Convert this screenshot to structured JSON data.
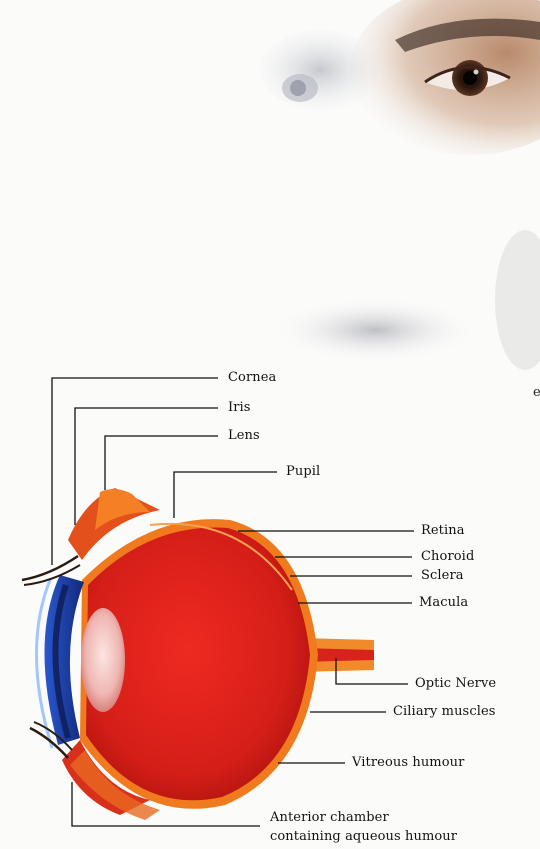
{
  "diagram": {
    "labels": {
      "cornea": "Cornea",
      "iris": "Iris",
      "lens": "Lens",
      "pupil": "Pupil",
      "retina": "Retina",
      "choroid": "Choroid",
      "sclera": "Sclera",
      "macula": "Macula",
      "optic_nerve": "Optic Nerve",
      "ciliary_muscles": "Ciliary muscles",
      "vitreous_humour": "Vitreous humour",
      "anterior_chamber_line1": "Anterior chamber",
      "anterior_chamber_line2": "containing aqueous humour"
    },
    "edge_fragment": "e"
  },
  "colors": {
    "eyeball_red": "#d8231d",
    "sclera_orange": "#f07a1e",
    "iris_blue": "#1d3fa8",
    "lens_pink": "#f2c2c0",
    "leader_line": "#111111",
    "photo_skin": "#b07a55"
  },
  "icons": [
    "eye-photo",
    "nose-shadow",
    "eye-cross-section"
  ]
}
